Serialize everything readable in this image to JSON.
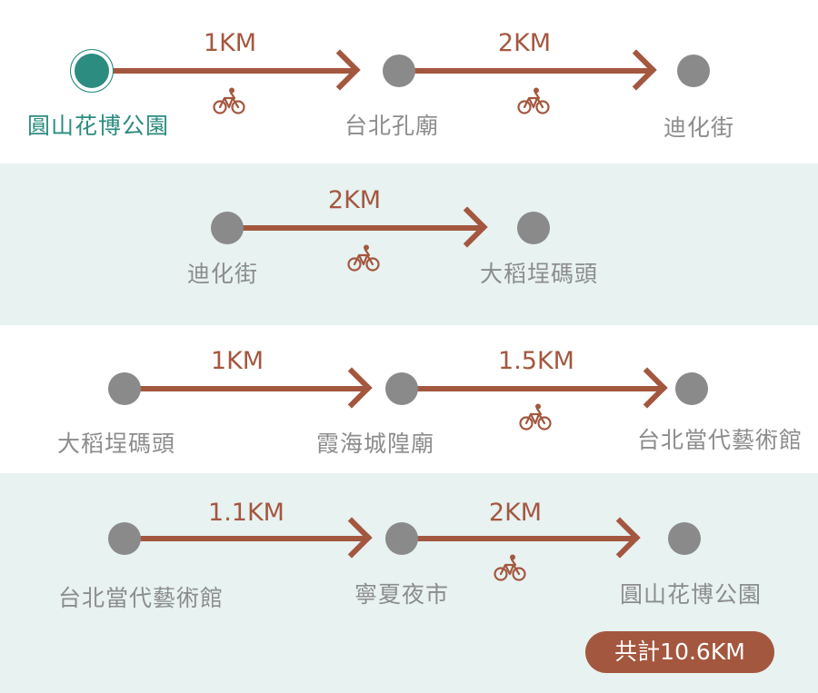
{
  "colors": {
    "route": "#a4573f",
    "node": "#8a8a8a",
    "start": "#2b8c7f",
    "band": "#e7f2f1",
    "label": "#8c8c8c"
  },
  "rows": [
    {
      "stops": [
        "圓山花博公園",
        "台北孔廟",
        "迪化街"
      ],
      "legs": [
        {
          "distance": "1KM",
          "icon": "bicycle-icon"
        },
        {
          "distance": "2KM",
          "icon": "bicycle-icon"
        }
      ]
    },
    {
      "stops": [
        "迪化街",
        "大稻埕碼頭"
      ],
      "legs": [
        {
          "distance": "2KM",
          "icon": "bicycle-icon"
        }
      ]
    },
    {
      "stops": [
        "大稻埕碼頭",
        "霞海城隍廟",
        "台北當代藝術館"
      ],
      "legs": [
        {
          "distance": "1KM",
          "icon": null
        },
        {
          "distance": "1.5KM",
          "icon": "bicycle-icon"
        }
      ]
    },
    {
      "stops": [
        "台北當代藝術館",
        "寧夏夜市",
        "圓山花博公園"
      ],
      "legs": [
        {
          "distance": "1.1KM",
          "icon": null
        },
        {
          "distance": "2KM",
          "icon": "bicycle-icon"
        }
      ]
    }
  ],
  "total": "共計10.6KM"
}
